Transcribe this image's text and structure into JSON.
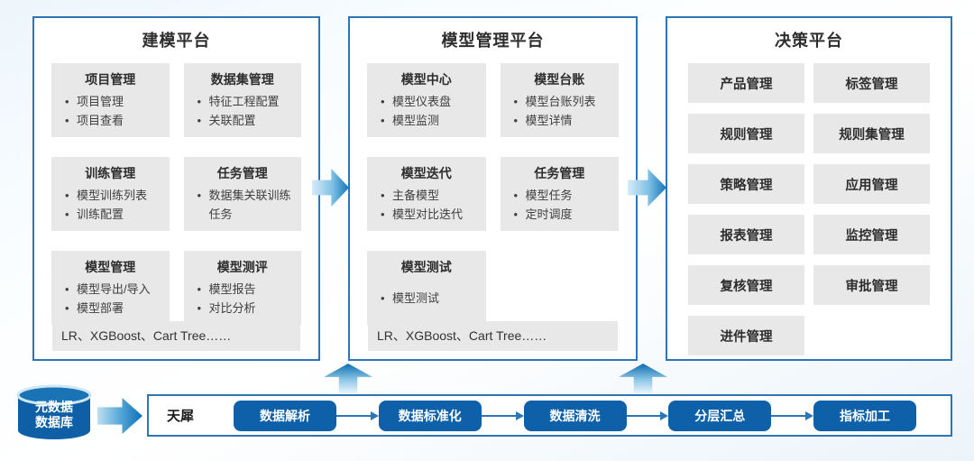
{
  "colors": {
    "panel_border": "#2e75b6",
    "card_bg": "#e8e8e8",
    "node_blue": "#0e61a8",
    "arrow_gradient_light": "#d7ecf8",
    "arrow_gradient_dark": "#1174ba",
    "text_dark": "#2d2d2d"
  },
  "platforms": [
    {
      "title": "建模平台",
      "cards": [
        {
          "title": "项目管理",
          "items": [
            "项目管理",
            "项目查看"
          ]
        },
        {
          "title": "数据集管理",
          "items": [
            "特征工程配置",
            "关联配置"
          ]
        },
        {
          "title": "训练管理",
          "items": [
            "模型训练列表",
            "训练配置"
          ]
        },
        {
          "title": "任务管理",
          "items": [
            "数据集关联训练任务"
          ]
        },
        {
          "title": "模型管理",
          "items": [
            "模型导出/导入",
            "模型部署"
          ]
        },
        {
          "title": "模型测评",
          "items": [
            "模型报告",
            "对比分析"
          ]
        }
      ],
      "footer": "LR、XGBoost、Cart Tree……"
    },
    {
      "title": "模型管理平台",
      "cards": [
        {
          "title": "模型中心",
          "items": [
            "模型仪表盘",
            "模型监测"
          ]
        },
        {
          "title": "模型台账",
          "items": [
            "模型台账列表",
            "模型详情"
          ]
        },
        {
          "title": "模型迭代",
          "items": [
            "主备模型",
            "模型对比迭代"
          ]
        },
        {
          "title": "任务管理",
          "items": [
            "模型任务",
            "定时调度"
          ]
        },
        {
          "title": "模型测试",
          "items": [
            "模型测试"
          ]
        }
      ],
      "footer": "LR、XGBoost、Cart Tree……"
    },
    {
      "title": "决策平台",
      "boxes": [
        "产品管理",
        "标签管理",
        "规则管理",
        "规则集管理",
        "策略管理",
        "应用管理",
        "报表管理",
        "监控管理",
        "复核管理",
        "审批管理",
        "进件管理"
      ]
    }
  ],
  "database": {
    "line1": "元数据",
    "line2": "数据库"
  },
  "pipeline": {
    "label": "天犀",
    "nodes": [
      "数据解析",
      "数据标准化",
      "数据清洗",
      "分层汇总",
      "指标加工"
    ]
  }
}
